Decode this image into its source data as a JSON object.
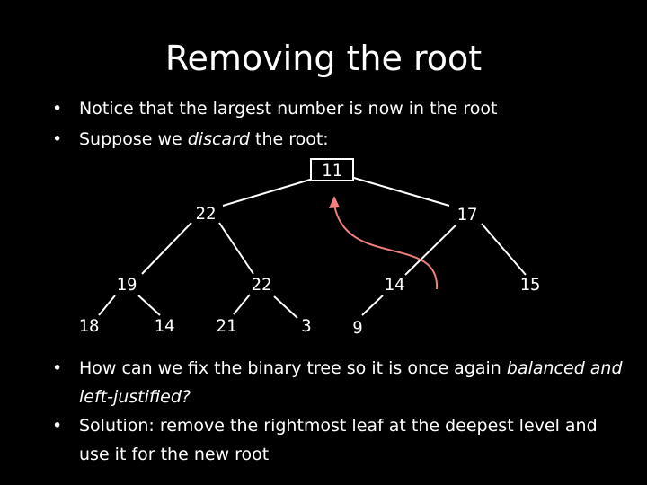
{
  "slide": {
    "title": "Removing the root"
  },
  "top_bullets": {
    "b1": "Notice that the largest number is now in the root",
    "b2_pre": "Suppose we ",
    "b2_em": "discard",
    "b2_post": " the root:"
  },
  "tree": {
    "nodes": {
      "root": "11",
      "left": "22",
      "right": "17",
      "ll": "19",
      "lr": "22",
      "rl": "14",
      "rr": "15",
      "lll": "18",
      "llr": "14",
      "lrl": "21",
      "lrr": "3",
      "rll": "9"
    },
    "arrow_color": "#f08080",
    "edge_color": "#ffffff"
  },
  "bottom_bullets": {
    "b1_pre": "How can we fix the binary tree so it is once again ",
    "b1_em": "balanced and left-justified?",
    "b2": "Solution: remove the rightmost leaf at the deepest level and use it for the new root"
  }
}
